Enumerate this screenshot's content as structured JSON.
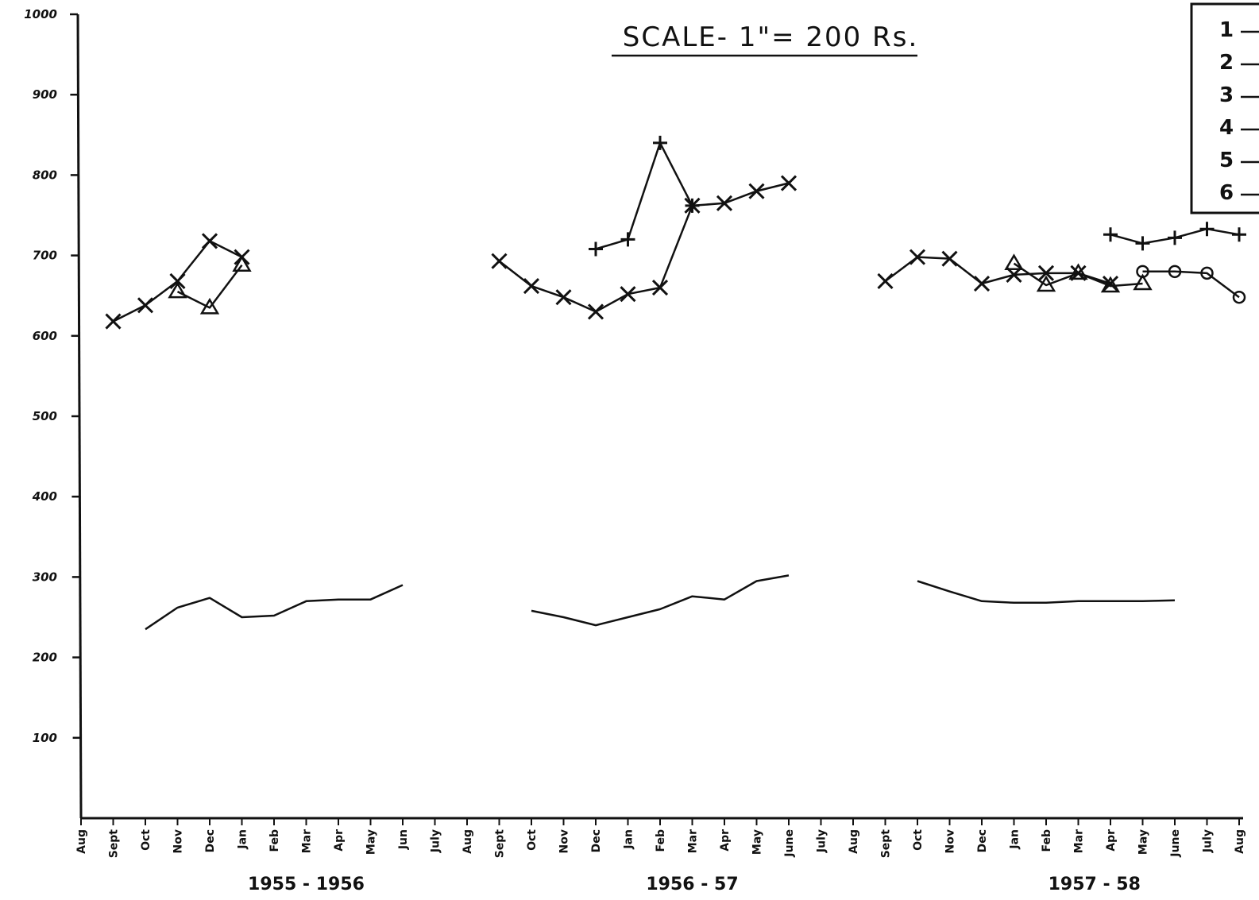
{
  "chart_data": {
    "type": "line",
    "title": "SCALE- 1\"= 200 Rs.",
    "xlabel": "",
    "ylabel": "",
    "ylim": [
      0,
      1000
    ],
    "yticks": [
      100,
      200,
      300,
      400,
      500,
      600,
      700,
      800,
      900,
      1000
    ],
    "ytick_labels": [
      "100",
      "200",
      "300",
      "400",
      "500",
      "600",
      "700",
      "800",
      "900",
      "1000"
    ],
    "categories": [
      "Aug",
      "Sept",
      "Oct",
      "Nov",
      "Dec",
      "Jan",
      "Feb",
      "Mar",
      "Apr",
      "May",
      "Jun",
      "July",
      "Aug",
      "Sept",
      "Oct",
      "Nov",
      "Dec",
      "Jan",
      "Feb",
      "Mar",
      "Apr",
      "May",
      "June",
      "July",
      "Aug",
      "Sept",
      "Oct",
      "Nov",
      "Dec",
      "Jan",
      "Feb",
      "Mar",
      "Apr",
      "May",
      "June",
      "July",
      "Aug"
    ],
    "periods": [
      {
        "label": "1955 - 1956",
        "center_index": 7
      },
      {
        "label": "1956 - 57",
        "center_index": 19
      },
      {
        "label": "1957 - 58",
        "center_index": 31.5
      }
    ],
    "grid": false,
    "legend": {
      "placement": "top-right",
      "entries": [
        "1",
        "2",
        "3",
        "4",
        "5",
        "6"
      ]
    },
    "series": [
      {
        "marker": "x",
        "values": [
          [
            1,
            618
          ],
          [
            2,
            638
          ],
          [
            3,
            668
          ],
          [
            4,
            718
          ],
          [
            5,
            698
          ]
        ]
      },
      {
        "marker": "triangle",
        "values": [
          [
            3,
            655
          ],
          [
            4,
            635
          ],
          [
            5,
            688
          ]
        ]
      },
      {
        "marker": "none",
        "values": [
          [
            2,
            235
          ],
          [
            3,
            262
          ],
          [
            4,
            274
          ],
          [
            5,
            250
          ],
          [
            6,
            252
          ],
          [
            7,
            270
          ],
          [
            8,
            272
          ],
          [
            9,
            272
          ],
          [
            10,
            290
          ]
        ]
      },
      {
        "marker": "x",
        "values": [
          [
            13,
            693
          ],
          [
            14,
            662
          ],
          [
            15,
            648
          ],
          [
            16,
            630
          ],
          [
            17,
            652
          ],
          [
            18,
            660
          ],
          [
            19,
            762
          ],
          [
            20,
            765
          ],
          [
            21,
            780
          ],
          [
            22,
            790
          ]
        ]
      },
      {
        "marker": "plus",
        "values": [
          [
            16,
            708
          ],
          [
            17,
            720
          ],
          [
            18,
            840
          ],
          [
            19,
            762
          ]
        ]
      },
      {
        "marker": "none",
        "values": [
          [
            14,
            258
          ],
          [
            15,
            250
          ],
          [
            16,
            240
          ],
          [
            17,
            250
          ],
          [
            18,
            260
          ],
          [
            19,
            276
          ],
          [
            20,
            272
          ],
          [
            21,
            295
          ],
          [
            22,
            302
          ]
        ]
      },
      {
        "marker": "x",
        "values": [
          [
            25,
            668
          ],
          [
            26,
            698
          ],
          [
            27,
            696
          ],
          [
            28,
            665
          ],
          [
            29,
            676
          ],
          [
            30,
            678
          ],
          [
            31,
            678
          ],
          [
            32,
            665
          ]
        ]
      },
      {
        "marker": "triangle",
        "values": [
          [
            29,
            690
          ],
          [
            30,
            663
          ],
          [
            31,
            678
          ],
          [
            32,
            662
          ],
          [
            33,
            665
          ]
        ]
      },
      {
        "marker": "circle",
        "values": [
          [
            33,
            680
          ],
          [
            34,
            680
          ],
          [
            35,
            678
          ],
          [
            36,
            648
          ]
        ]
      },
      {
        "marker": "plus",
        "values": [
          [
            32,
            726
          ],
          [
            33,
            715
          ],
          [
            34,
            722
          ],
          [
            35,
            733
          ],
          [
            36,
            726
          ]
        ]
      },
      {
        "marker": "none",
        "values": [
          [
            26,
            295
          ],
          [
            27,
            282
          ],
          [
            28,
            270
          ],
          [
            29,
            268
          ],
          [
            30,
            268
          ],
          [
            31,
            270
          ],
          [
            32,
            270
          ],
          [
            33,
            270
          ],
          [
            34,
            271
          ]
        ]
      }
    ]
  }
}
